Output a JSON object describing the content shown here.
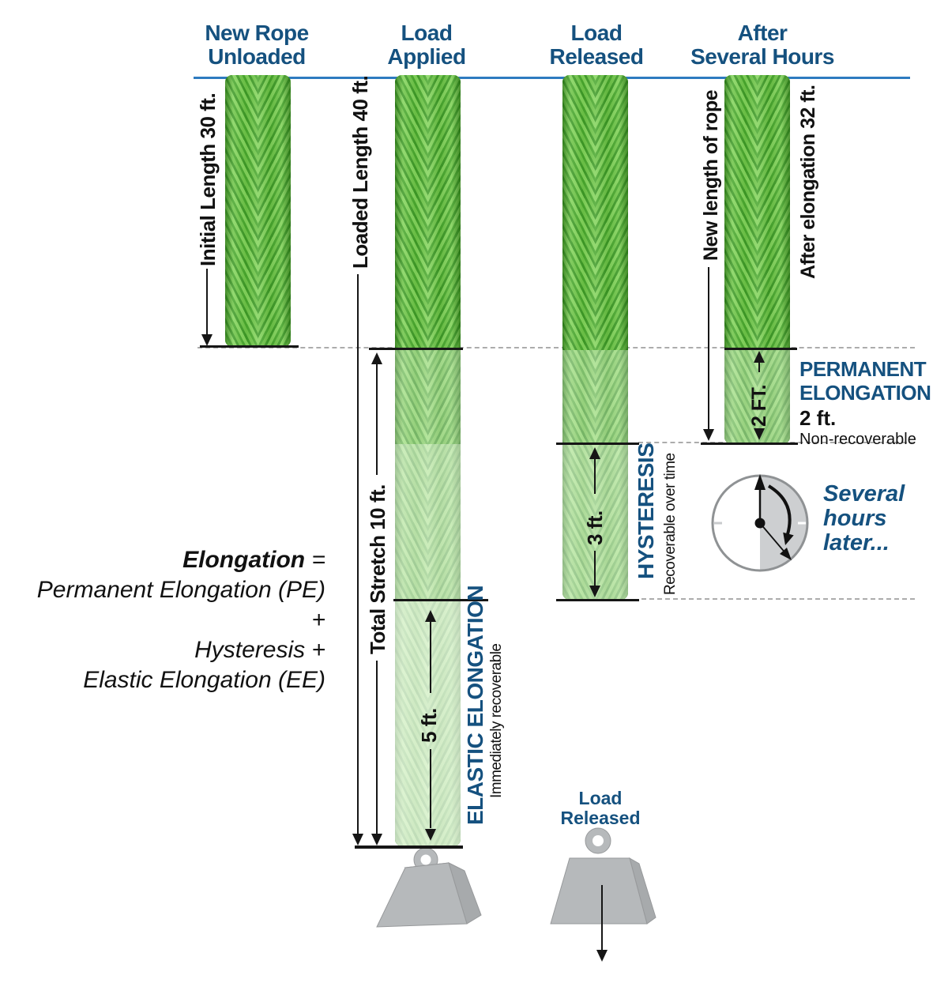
{
  "columns": [
    {
      "header": [
        "New Rope",
        "Unloaded"
      ]
    },
    {
      "header": [
        "Load",
        "Applied"
      ]
    },
    {
      "header": [
        "Load",
        "Released"
      ]
    },
    {
      "header": [
        "After",
        "Several Hours"
      ]
    }
  ],
  "measures": {
    "initial_length": "Initial Length 30 ft.",
    "loaded_length": "Loaded Length 40 ft.",
    "total_stretch": "Total Stretch 10 ft.",
    "elastic_span": "5 ft.",
    "hysteresis_span": "3 ft.",
    "permanent_span": "2 FT.",
    "new_length": "New length of rope",
    "after_elongation": "After elongation 32 ft."
  },
  "sections": {
    "elastic": {
      "title": "ELASTIC ELONGATION",
      "subtitle": "Immediately recoverable"
    },
    "hysteresis": {
      "title": "HYSTERESIS",
      "subtitle": "Recoverable over time"
    },
    "permanent": {
      "title1": "PERMANENT",
      "title2": "ELONGATION",
      "value": "2 ft.",
      "note": "Non-recoverable"
    }
  },
  "equation": {
    "term": "Elongation",
    "equals": "=",
    "line2": "Permanent Elongation (PE) +",
    "line3": "Hysteresis +",
    "line4": "Elastic Elongation (EE)"
  },
  "clock_note": {
    "line1": "Several",
    "line2": "hours",
    "line3": "later..."
  },
  "load_released": {
    "line1": "Load",
    "line2": "Released"
  },
  "colors": {
    "heading_blue": "#15517f",
    "rule_blue": "#2e7bc0",
    "rope_green": "#55b236",
    "text_black": "#111111",
    "dash_gray": "#acacac",
    "weight_gray": "#b6b9bb"
  }
}
